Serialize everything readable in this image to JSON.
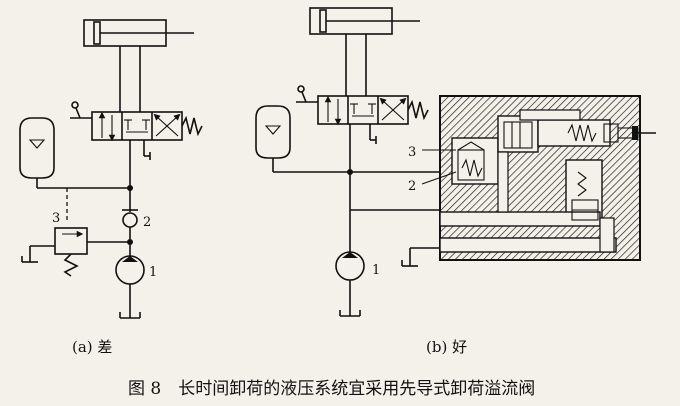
{
  "diagram_a": {
    "sublabel": "(a) 差",
    "callouts": {
      "n1": "1",
      "n2": "2",
      "n3": "3"
    }
  },
  "diagram_b": {
    "sublabel": "(b) 好",
    "callouts": {
      "n1": "1",
      "n2": "2",
      "n3": "3"
    }
  },
  "caption": "图 8　长时间卸荷的液压系统宜采用先导式卸荷溢流阀"
}
